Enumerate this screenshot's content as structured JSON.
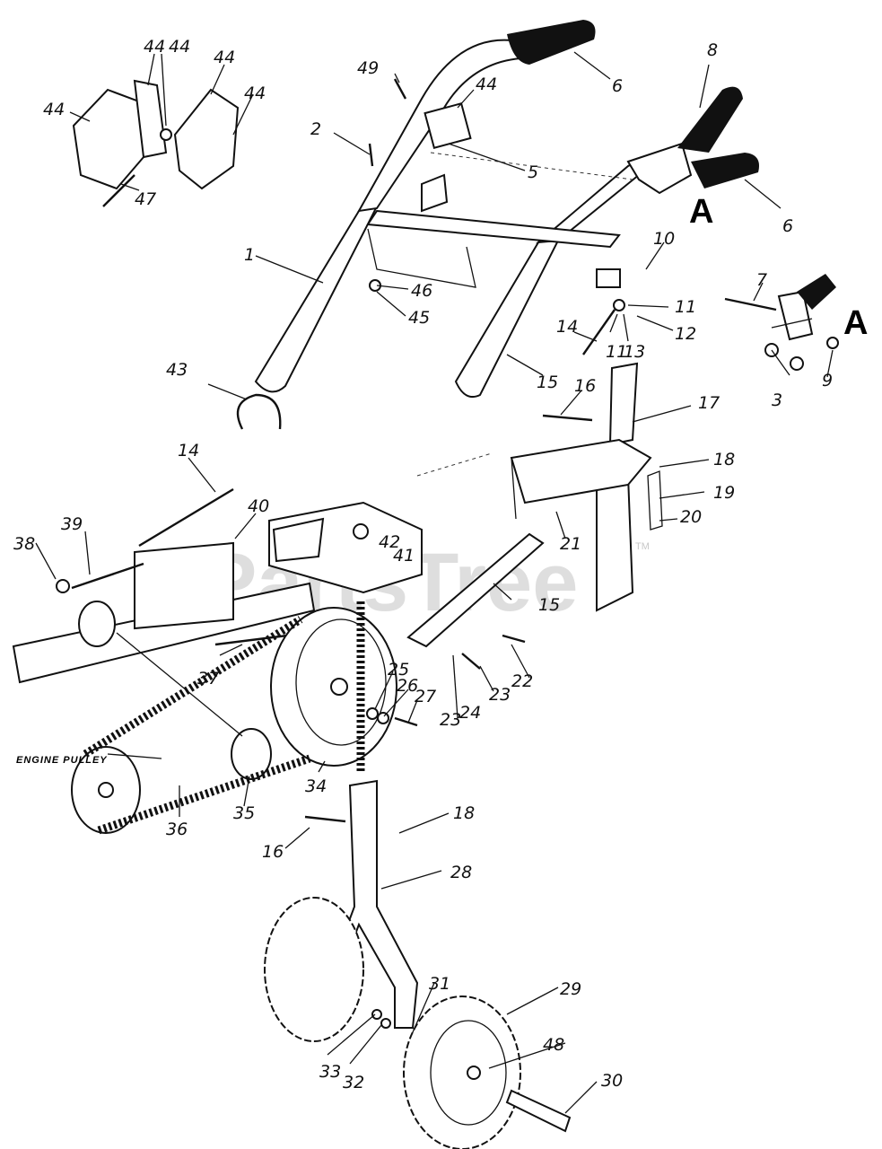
{
  "watermark": {
    "text": "PartsTree",
    "tm": "TM"
  },
  "captions": {
    "engine_pulley": "ENGINE PULLEY",
    "ref_a_top": "A",
    "ref_a_detail": "A"
  },
  "callouts": [
    {
      "id": "c1",
      "text": "1"
    },
    {
      "id": "c2",
      "text": "2"
    },
    {
      "id": "c3",
      "text": "3"
    },
    {
      "id": "c5",
      "text": "5"
    },
    {
      "id": "c6a",
      "text": "6"
    },
    {
      "id": "c6b",
      "text": "6"
    },
    {
      "id": "c7",
      "text": "7"
    },
    {
      "id": "c8",
      "text": "8"
    },
    {
      "id": "c9",
      "text": "9"
    },
    {
      "id": "c10",
      "text": "10"
    },
    {
      "id": "c11a",
      "text": "11"
    },
    {
      "id": "c11b",
      "text": "11"
    },
    {
      "id": "c12",
      "text": "12"
    },
    {
      "id": "c13",
      "text": "13"
    },
    {
      "id": "c14a",
      "text": "14"
    },
    {
      "id": "c14b",
      "text": "14"
    },
    {
      "id": "c15a",
      "text": "15"
    },
    {
      "id": "c15b",
      "text": "15"
    },
    {
      "id": "c16a",
      "text": "16"
    },
    {
      "id": "c16b",
      "text": "16"
    },
    {
      "id": "c17",
      "text": "17"
    },
    {
      "id": "c18a",
      "text": "18"
    },
    {
      "id": "c18b",
      "text": "18"
    },
    {
      "id": "c19",
      "text": "19"
    },
    {
      "id": "c20",
      "text": "20"
    },
    {
      "id": "c21",
      "text": "21"
    },
    {
      "id": "c22",
      "text": "22"
    },
    {
      "id": "c23a",
      "text": "23"
    },
    {
      "id": "c23b",
      "text": "23"
    },
    {
      "id": "c24",
      "text": "24"
    },
    {
      "id": "c25",
      "text": "25"
    },
    {
      "id": "c26",
      "text": "26"
    },
    {
      "id": "c27",
      "text": "27"
    },
    {
      "id": "c28",
      "text": "28"
    },
    {
      "id": "c29",
      "text": "29"
    },
    {
      "id": "c30",
      "text": "30"
    },
    {
      "id": "c31",
      "text": "31"
    },
    {
      "id": "c32",
      "text": "32"
    },
    {
      "id": "c33",
      "text": "33"
    },
    {
      "id": "c34",
      "text": "34"
    },
    {
      "id": "c35",
      "text": "35"
    },
    {
      "id": "c36",
      "text": "36"
    },
    {
      "id": "c37",
      "text": "37"
    },
    {
      "id": "c38",
      "text": "38"
    },
    {
      "id": "c39",
      "text": "39"
    },
    {
      "id": "c40",
      "text": "40"
    },
    {
      "id": "c41",
      "text": "41"
    },
    {
      "id": "c42",
      "text": "42"
    },
    {
      "id": "c43",
      "text": "43"
    },
    {
      "id": "c44a",
      "text": "44"
    },
    {
      "id": "c44b",
      "text": "44"
    },
    {
      "id": "c44c",
      "text": "44"
    },
    {
      "id": "c44d",
      "text": "44"
    },
    {
      "id": "c44e",
      "text": "44"
    },
    {
      "id": "c44f",
      "text": "44"
    },
    {
      "id": "c45",
      "text": "45"
    },
    {
      "id": "c46",
      "text": "46"
    },
    {
      "id": "c47",
      "text": "47"
    },
    {
      "id": "c48",
      "text": "48"
    },
    {
      "id": "c49",
      "text": "49"
    }
  ]
}
